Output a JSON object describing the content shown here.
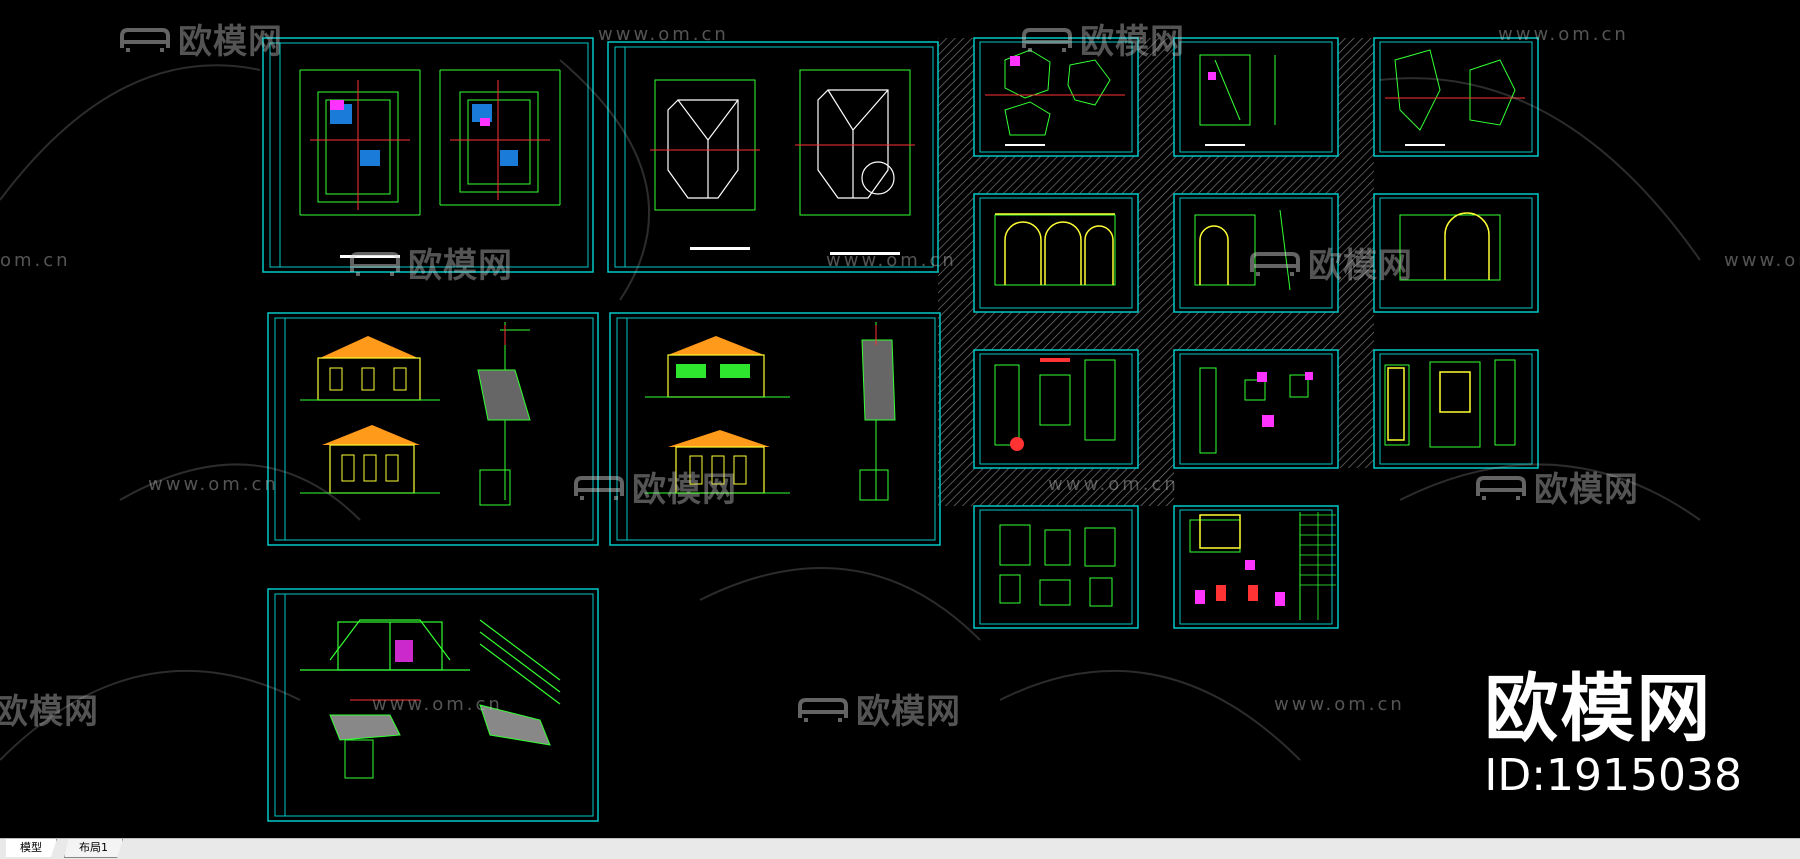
{
  "app": {
    "tabs": [
      {
        "label": "模型",
        "active": true
      },
      {
        "label": "布局1",
        "active": false
      }
    ]
  },
  "watermark": {
    "logo_text": "欧模网",
    "url_text": "www.om.cn",
    "url_fragment": "om.cn",
    "logo_fragment": "欧模网"
  },
  "brand": {
    "title": "欧模网",
    "id_text": "ID:1915038"
  },
  "colors": {
    "background": "#000000",
    "frame": "#00c8c8",
    "line_green": "#33ff33",
    "line_yellow": "#ffff33",
    "line_red": "#ff3333",
    "line_magenta": "#ff33ff",
    "roof_orange": "#ff9a1a",
    "fill_blue": "#1e90ff"
  }
}
